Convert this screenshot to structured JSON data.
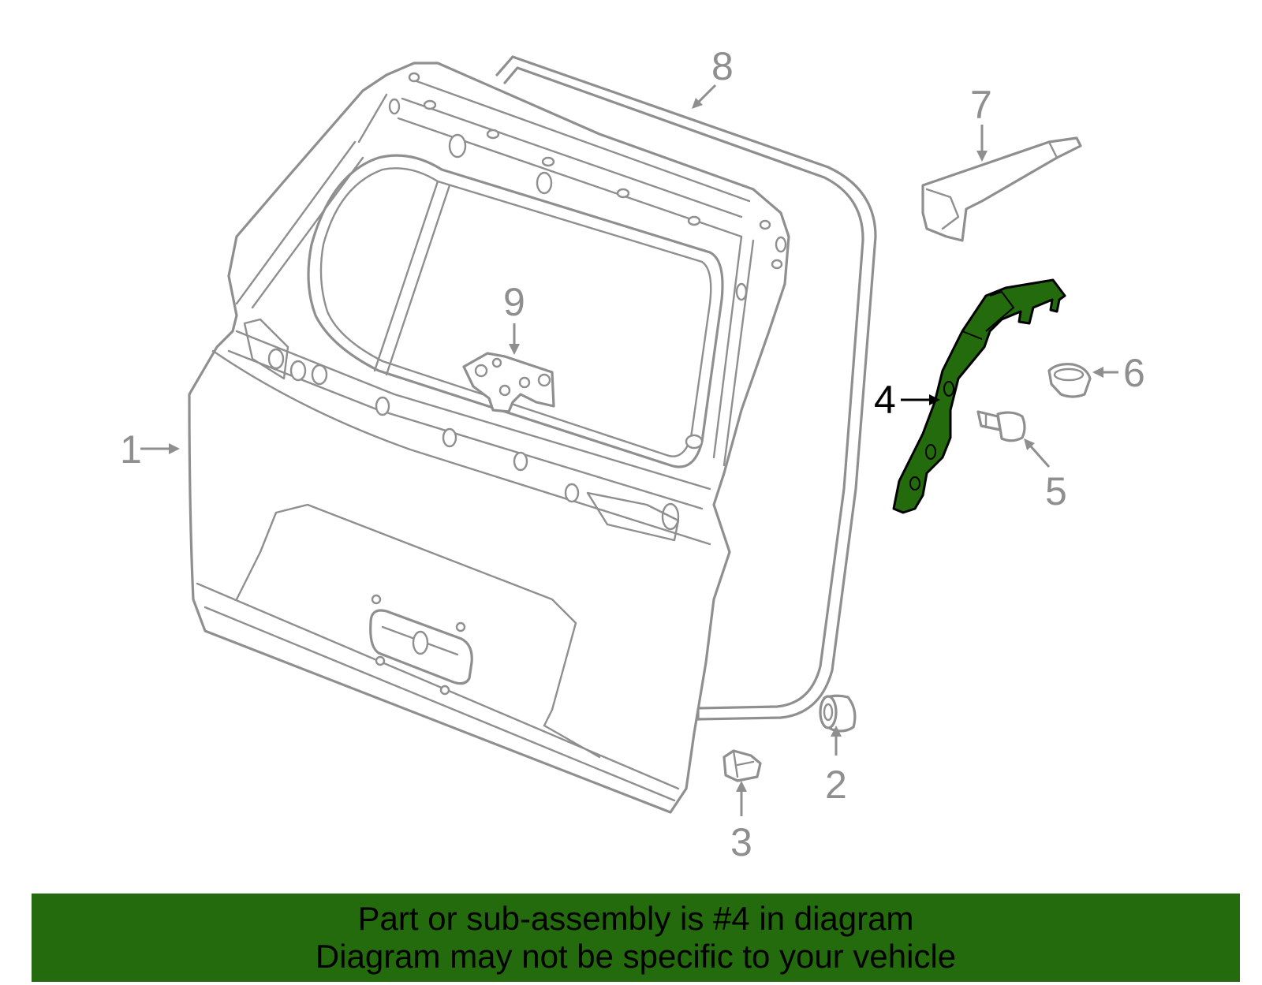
{
  "callouts": {
    "c1": "1",
    "c2": "2",
    "c3": "3",
    "c4": "4",
    "c5": "5",
    "c6": "6",
    "c7": "7",
    "c8": "8",
    "c9": "9"
  },
  "selected_part": "4",
  "colors": {
    "highlight": "#236b0c",
    "line": "#8f8f8f",
    "banner": "#236b0c"
  },
  "banner": {
    "line1": "Part or sub-assembly is #4 in diagram",
    "line2": "Diagram may not be specific to your vehicle"
  }
}
